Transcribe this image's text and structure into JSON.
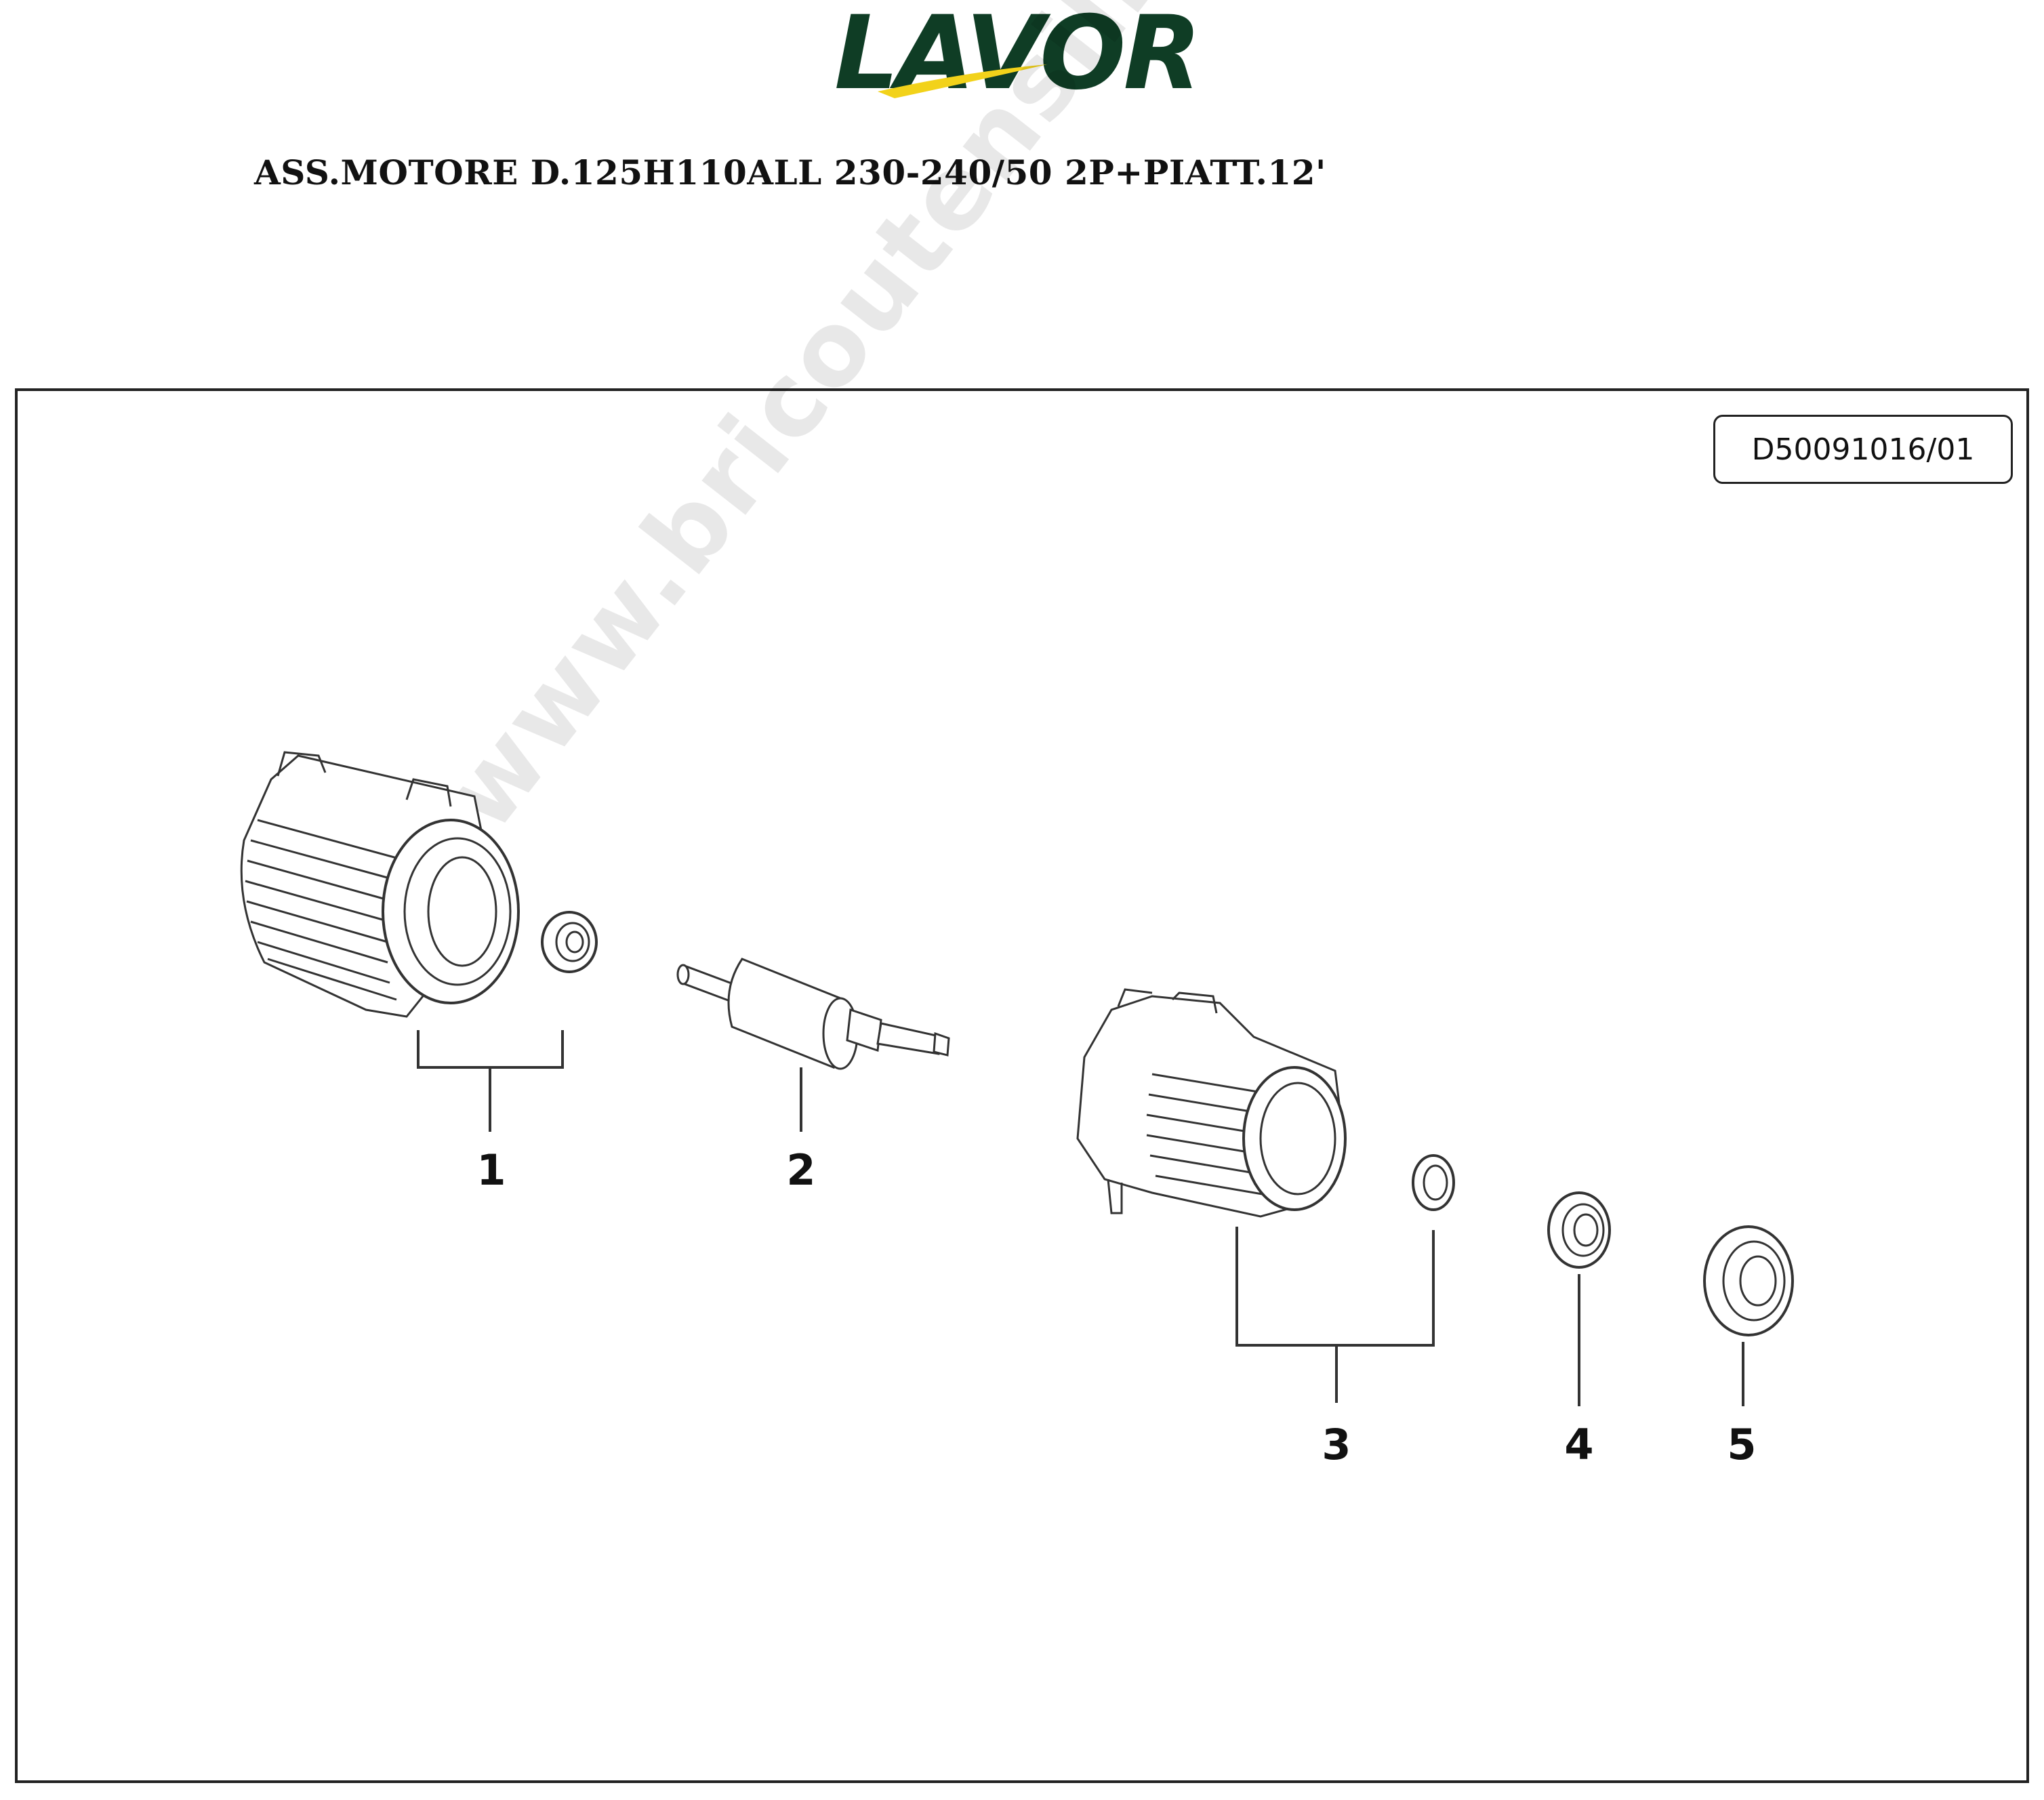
{
  "logo": {
    "brand": "LAVOR",
    "text_color": "#0f3d25",
    "swoosh_color": "#f2d21a"
  },
  "title": "ASS.MOTORE D.125H110ALL 230-240/50 2P+PIATT.12'",
  "drawing_code": "D50091016/01",
  "watermark": "www.bricoutensili.com",
  "callouts": [
    "1",
    "2",
    "3",
    "4",
    "5"
  ],
  "parts": [
    {
      "number": "1",
      "icon": "stator-housing-icon"
    },
    {
      "number": "2",
      "icon": "rotor-shaft-icon"
    },
    {
      "number": "3",
      "icon": "motor-flange-housing-icon"
    },
    {
      "number": "4",
      "icon": "bearing-icon"
    },
    {
      "number": "5",
      "icon": "seal-ring-icon"
    }
  ]
}
